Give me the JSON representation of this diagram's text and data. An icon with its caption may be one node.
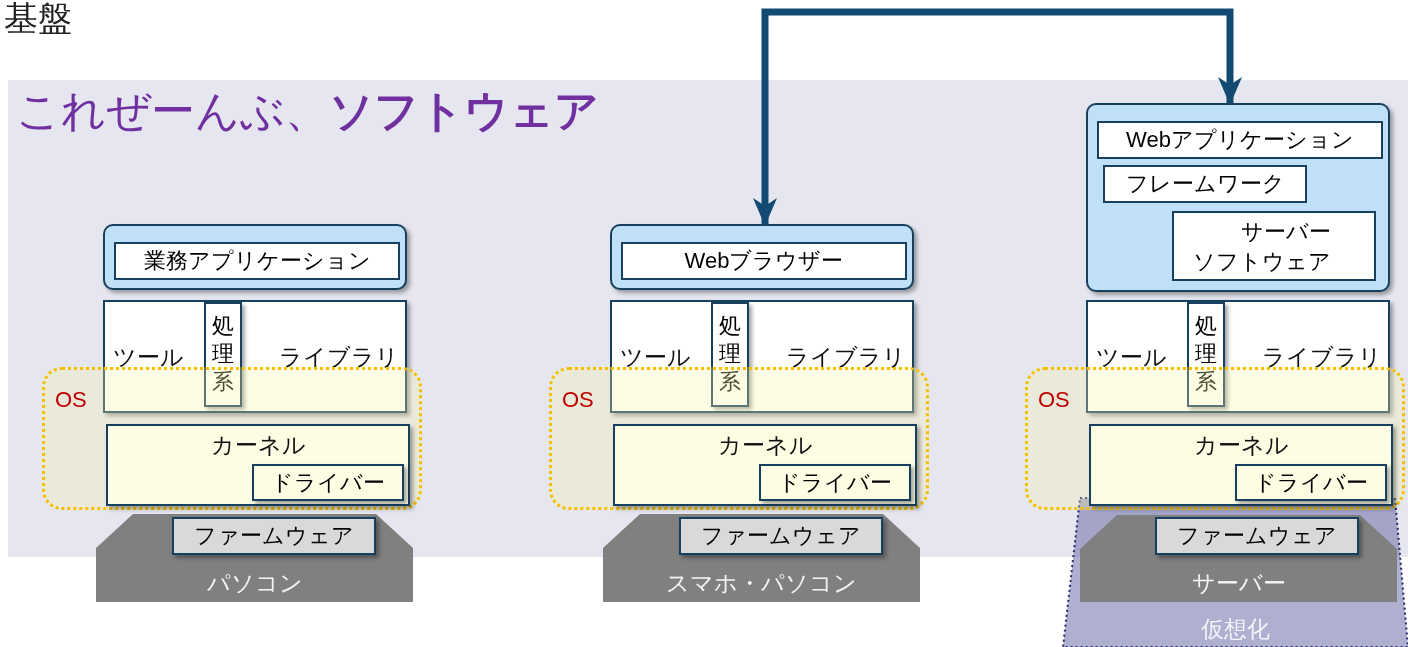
{
  "diagram": {
    "title": "基盤",
    "nodes": [
      {
        "text": [
          "これぜーんぶ、**ソフトウェア**"
        ]
      },
      {
        "text": [],
        "shape": "box",
        "in": 0
      },
      {
        "text": [
          "業務アプリケーション"
        ],
        "in": 1
      },
      {
        "text": [
          "ツール",
          "ライブラリ"
        ],
        "in": 0
      },
      {
        "text": [
          "処理系"
        ],
        "in": 3
      },
      {
        "text": [
          "OS"
        ],
        "in": 0
      },
      {
        "text": [
          "カーネル"
        ],
        "in": 5
      },
      {
        "text": [
          "ドライバー"
        ],
        "in": 6
      },
      {
        "text": [
          "パソコン"
        ]
      },
      {
        "text": [
          "ファームウェア"
        ]
      },
      {
        "text": [],
        "shape": "box",
        "in": 0
      },
      {
        "text": [
          "Webブラウザー"
        ],
        "in": 10
      },
      {
        "text": [
          "ツール",
          "ライブラリ"
        ],
        "in": 0
      },
      {
        "text": [
          "処理系"
        ],
        "in": 12
      },
      {
        "text": [
          "OS"
        ],
        "in": 0
      },
      {
        "text": [
          "カーネル"
        ],
        "in": 14
      },
      {
        "text": [
          "ドライバー"
        ],
        "in": 15
      },
      {
        "text": [
          "スマホ・パソコン"
        ]
      },
      {
        "text": [
          "ファームウェア"
        ]
      },
      {
        "text": [],
        "shape": "box",
        "in": 0
      },
      {
        "text": [
          "Webアプリケーション"
        ],
        "in": 19
      },
      {
        "text": [
          "フレームワーク"
        ],
        "in": 19
      },
      {
        "text": [
          "サーバーソフトウェア"
        ],
        "in": 19
      },
      {
        "text": [
          "ツール",
          "ライブラリ"
        ],
        "in": 0
      },
      {
        "text": [
          "処理系"
        ],
        "in": 23
      },
      {
        "text": [
          "OS"
        ],
        "in": 0
      },
      {
        "text": [
          "カーネル"
        ],
        "in": 25
      },
      {
        "text": [
          "ドライバー"
        ],
        "in": 26
      },
      {
        "text": [
          "仮想化"
        ]
      },
      {
        "text": [
          "サーバー"
        ],
        "in": 28
      },
      {
        "text": [
          "ファームウェア"
        ]
      }
    ],
    "edges": [
      {
        "from": 10,
        "to": 19,
        "arrow": "both"
      }
    ]
  }
}
